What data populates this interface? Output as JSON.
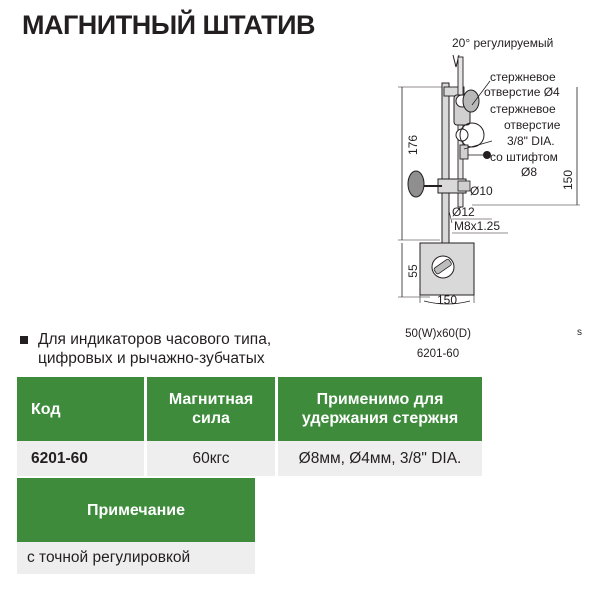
{
  "title": "МАГНИТНЫЙ ШТАТИВ",
  "description": {
    "line1": "Для индикаторов часового типа,",
    "line2": "цифровых и рычажно-зубчатых"
  },
  "diagram": {
    "angle_label": "20° регулируемый",
    "rod_hole_4_line1": "стержневое",
    "rod_hole_4_line2": "отверстие Ø4",
    "rod_hole_38_line1": "стержневое",
    "rod_hole_38_line2": "отверстие",
    "rod_hole_38_line3": "3/8\" DIA.",
    "pin_line1": "со штифтом",
    "pin_line2": "Ø8",
    "dim_176": "176",
    "dim_150_v": "150",
    "dim_d10": "Ø10",
    "dim_d12": "Ø12",
    "dim_m8": "M8x1.25",
    "dim_55": "55",
    "dim_150_h": "150",
    "base_size": "50(W)x60(D)",
    "model": "6201-60",
    "small_mark": "s"
  },
  "table": {
    "headers": {
      "code": "Код",
      "force_line1": "Магнитная",
      "force_line2": "сила",
      "rod_line1": "Применимо для",
      "rod_line2": "удержания стержня"
    },
    "row": {
      "code": "6201-60",
      "force": "60кгс",
      "rod": "Ø8мм, Ø4мм, 3/8\" DIA."
    },
    "note_header": "Примечание",
    "note_value": "с точной регулировкой"
  },
  "colors": {
    "header_green": "#3d8b3b",
    "cell_gray": "#eeeeee",
    "text": "#231f20"
  }
}
